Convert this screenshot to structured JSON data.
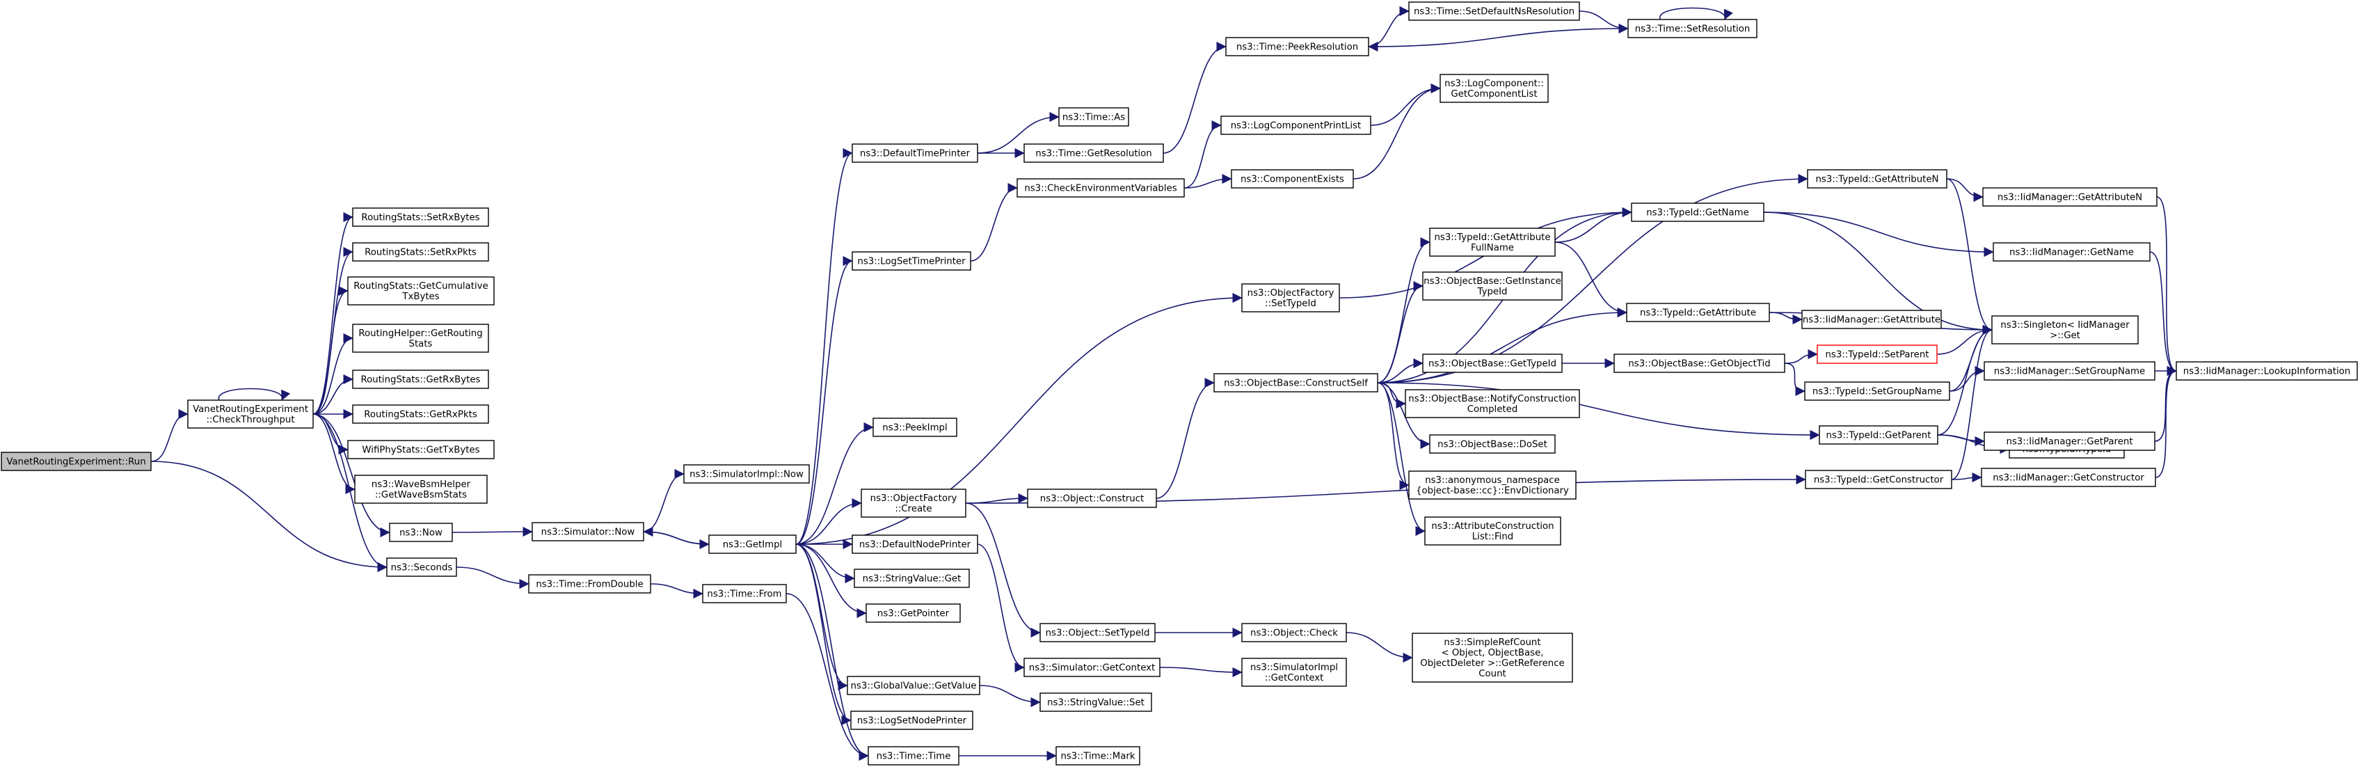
{
  "diagram": {
    "kind": "doxygen call graph",
    "colors": {
      "edge": "#191970",
      "node_border": "#000000",
      "root_fill": "#bfbfbf",
      "highlight_border": "#ff0000"
    },
    "nodes": [
      {
        "id": "run",
        "lines": [
          "VanetRoutingExperiment::Run"
        ],
        "root": true
      },
      {
        "id": "checkThroughput",
        "lines": [
          "VanetRoutingExperiment",
          "::CheckThroughput"
        ]
      },
      {
        "id": "setRxBytes",
        "lines": [
          "RoutingStats::SetRxBytes"
        ]
      },
      {
        "id": "setRxPkts",
        "lines": [
          "RoutingStats::SetRxPkts"
        ]
      },
      {
        "id": "getCumTx",
        "lines": [
          "RoutingStats::GetCumulative",
          "TxBytes"
        ]
      },
      {
        "id": "getRoutingStats",
        "lines": [
          "RoutingHelper::GetRouting",
          "Stats"
        ]
      },
      {
        "id": "getRxBytes",
        "lines": [
          "RoutingStats::GetRxBytes"
        ]
      },
      {
        "id": "getRxPkts",
        "lines": [
          "RoutingStats::GetRxPkts"
        ]
      },
      {
        "id": "getTxBytes",
        "lines": [
          "WifiPhyStats::GetTxBytes"
        ]
      },
      {
        "id": "getWaveBsm",
        "lines": [
          "ns3::WaveBsmHelper",
          "::GetWaveBsmStats"
        ]
      },
      {
        "id": "now",
        "lines": [
          "ns3::Now"
        ]
      },
      {
        "id": "seconds",
        "lines": [
          "ns3::Seconds"
        ]
      },
      {
        "id": "simNow",
        "lines": [
          "ns3::Simulator::Now"
        ]
      },
      {
        "id": "simImplNow",
        "lines": [
          "ns3::SimulatorImpl::Now"
        ]
      },
      {
        "id": "fromDouble",
        "lines": [
          "ns3::Time::FromDouble"
        ]
      },
      {
        "id": "timeFrom",
        "lines": [
          "ns3::Time::From"
        ]
      },
      {
        "id": "getImpl",
        "lines": [
          "ns3::GetImpl"
        ]
      },
      {
        "id": "defaultTimePrinter",
        "lines": [
          "ns3::DefaultTimePrinter"
        ]
      },
      {
        "id": "logSetTimePrinter",
        "lines": [
          "ns3::LogSetTimePrinter"
        ]
      },
      {
        "id": "peekImpl",
        "lines": [
          "ns3::PeekImpl"
        ]
      },
      {
        "id": "objFactoryCreate",
        "lines": [
          "ns3::ObjectFactory",
          "::Create"
        ]
      },
      {
        "id": "defaultNodePrinter",
        "lines": [
          "ns3::DefaultNodePrinter"
        ]
      },
      {
        "id": "stringValueGet",
        "lines": [
          "ns3::StringValue::Get"
        ]
      },
      {
        "id": "getPointer",
        "lines": [
          "ns3::GetPointer"
        ]
      },
      {
        "id": "globalValueGet",
        "lines": [
          "ns3::GlobalValue::GetValue"
        ]
      },
      {
        "id": "logSetNodePrinter",
        "lines": [
          "ns3::LogSetNodePrinter"
        ]
      },
      {
        "id": "timeTime",
        "lines": [
          "ns3::Time::Time"
        ]
      },
      {
        "id": "timeAs",
        "lines": [
          "ns3::Time::As"
        ]
      },
      {
        "id": "getResolution",
        "lines": [
          "ns3::Time::GetResolution"
        ]
      },
      {
        "id": "checkEnv",
        "lines": [
          "ns3::CheckEnvironmentVariables"
        ]
      },
      {
        "id": "objConstruct",
        "lines": [
          "ns3::Object::Construct"
        ]
      },
      {
        "id": "objSetTypeId",
        "lines": [
          "ns3::Object::SetTypeId"
        ]
      },
      {
        "id": "simGetContext",
        "lines": [
          "ns3::Simulator::GetContext"
        ]
      },
      {
        "id": "stringValueSet",
        "lines": [
          "ns3::StringValue::Set"
        ]
      },
      {
        "id": "timeMark",
        "lines": [
          "ns3::Time::Mark"
        ]
      },
      {
        "id": "peekResolution",
        "lines": [
          "ns3::Time::PeekResolution"
        ]
      },
      {
        "id": "logCompPrintList",
        "lines": [
          "ns3::LogComponentPrintList"
        ]
      },
      {
        "id": "compExists",
        "lines": [
          "ns3::ComponentExists"
        ]
      },
      {
        "id": "objFactorySetTypeId",
        "lines": [
          "ns3::ObjectFactory",
          "::SetTypeId"
        ]
      },
      {
        "id": "constructSelf",
        "lines": [
          "ns3::ObjectBase::ConstructSelf"
        ]
      },
      {
        "id": "objCheck",
        "lines": [
          "ns3::Object::Check"
        ]
      },
      {
        "id": "simImplGetContext",
        "lines": [
          "ns3::SimulatorImpl",
          "::GetContext"
        ]
      },
      {
        "id": "setDefaultNsRes",
        "lines": [
          "ns3::Time::SetDefaultNsResolution"
        ]
      },
      {
        "id": "setResolution",
        "lines": [
          "ns3::Time::SetResolution"
        ]
      },
      {
        "id": "getComponentList",
        "lines": [
          "ns3::LogComponent::",
          "GetComponentList"
        ]
      },
      {
        "id": "getAttrFullName",
        "lines": [
          "ns3::TypeId::GetAttribute",
          "FullName"
        ]
      },
      {
        "id": "getInstanceTypeId",
        "lines": [
          "ns3::ObjectBase::GetInstance",
          "TypeId"
        ]
      },
      {
        "id": "objBaseGetTypeId",
        "lines": [
          "ns3::ObjectBase::GetTypeId"
        ]
      },
      {
        "id": "notifyConstructionCompleted",
        "lines": [
          "ns3::ObjectBase::NotifyConstruction",
          "Completed"
        ]
      },
      {
        "id": "doSet",
        "lines": [
          "ns3::ObjectBase::DoSet"
        ]
      },
      {
        "id": "envDictionary",
        "lines": [
          "ns3::anonymous_namespace",
          "{object-base::cc}::EnvDictionary"
        ]
      },
      {
        "id": "attrConstructionFind",
        "lines": [
          "ns3::AttributeConstruction",
          "List::Find"
        ]
      },
      {
        "id": "simpleRefCount",
        "lines": [
          "ns3::SimpleRefCount",
          "< Object, ObjectBase,",
          "ObjectDeleter >::GetReference",
          "Count"
        ]
      },
      {
        "id": "typeIdGetName",
        "lines": [
          "ns3::TypeId::GetName"
        ]
      },
      {
        "id": "typeIdGetAttribute",
        "lines": [
          "ns3::TypeId::GetAttribute"
        ]
      },
      {
        "id": "getObjectTid",
        "lines": [
          "ns3::ObjectBase::GetObjectTid"
        ]
      },
      {
        "id": "typeIdGetAttributeN",
        "lines": [
          "ns3::TypeId::GetAttributeN"
        ]
      },
      {
        "id": "setParent",
        "lines": [
          "ns3::TypeId::SetParent"
        ],
        "highlight": true
      },
      {
        "id": "setGroupName",
        "lines": [
          "ns3::TypeId::SetGroupName"
        ]
      },
      {
        "id": "typeIdGetParent",
        "lines": [
          "ns3::TypeId::GetParent"
        ]
      },
      {
        "id": "typeIdGetConstructor",
        "lines": [
          "ns3::TypeId::GetConstructor"
        ]
      },
      {
        "id": "iidGetAttributeN",
        "lines": [
          "ns3::IidManager::GetAttributeN"
        ]
      },
      {
        "id": "iidGetName",
        "lines": [
          "ns3::IidManager::GetName"
        ]
      },
      {
        "id": "iidGetAttribute",
        "lines": [
          "ns3::IidManager::GetAttribute"
        ]
      },
      {
        "id": "singletonGet",
        "lines": [
          "ns3::Singleton< IidManager",
          ">::Get"
        ]
      },
      {
        "id": "iidSetGroupName",
        "lines": [
          "ns3::IidManager::SetGroupName"
        ]
      },
      {
        "id": "typeIdTypeId",
        "lines": [
          "ns3::TypeId::TypeId"
        ]
      },
      {
        "id": "iidGetParent",
        "lines": [
          "ns3::IidManager::GetParent"
        ]
      },
      {
        "id": "iidGetConstructor",
        "lines": [
          "ns3::IidManager::GetConstructor"
        ]
      },
      {
        "id": "iidLookupInformation",
        "lines": [
          "ns3::IidManager::LookupInformation"
        ]
      }
    ],
    "edges": [
      [
        "run",
        "checkThroughput"
      ],
      [
        "run",
        "seconds"
      ],
      [
        "checkThroughput",
        "checkThroughput"
      ],
      [
        "checkThroughput",
        "setRxBytes"
      ],
      [
        "checkThroughput",
        "setRxPkts"
      ],
      [
        "checkThroughput",
        "getCumTx"
      ],
      [
        "checkThroughput",
        "getRoutingStats"
      ],
      [
        "checkThroughput",
        "getRxBytes"
      ],
      [
        "checkThroughput",
        "getRxPkts"
      ],
      [
        "checkThroughput",
        "getTxBytes"
      ],
      [
        "checkThroughput",
        "getWaveBsm"
      ],
      [
        "checkThroughput",
        "now"
      ],
      [
        "checkThroughput",
        "seconds"
      ],
      [
        "now",
        "simNow"
      ],
      [
        "seconds",
        "fromDouble"
      ],
      [
        "simNow",
        "simImplNow"
      ],
      [
        "simNow",
        "getImpl"
      ],
      [
        "fromDouble",
        "timeFrom"
      ],
      [
        "timeFrom",
        "timeTime"
      ],
      [
        "getImpl",
        "defaultTimePrinter"
      ],
      [
        "getImpl",
        "logSetTimePrinter"
      ],
      [
        "getImpl",
        "peekImpl"
      ],
      [
        "getImpl",
        "objFactoryCreate"
      ],
      [
        "getImpl",
        "defaultNodePrinter"
      ],
      [
        "getImpl",
        "stringValueGet"
      ],
      [
        "getImpl",
        "getPointer"
      ],
      [
        "getImpl",
        "globalValueGet"
      ],
      [
        "getImpl",
        "logSetNodePrinter"
      ],
      [
        "getImpl",
        "timeTime"
      ],
      [
        "getImpl",
        "objFactorySetTypeId"
      ],
      [
        "getImpl",
        "simNow"
      ],
      [
        "defaultTimePrinter",
        "timeAs"
      ],
      [
        "defaultTimePrinter",
        "getResolution"
      ],
      [
        "getResolution",
        "peekResolution"
      ],
      [
        "logSetTimePrinter",
        "checkEnv"
      ],
      [
        "checkEnv",
        "logCompPrintList"
      ],
      [
        "checkEnv",
        "compExists"
      ],
      [
        "logCompPrintList",
        "getComponentList"
      ],
      [
        "compExists",
        "getComponentList"
      ],
      [
        "peekResolution",
        "setDefaultNsRes"
      ],
      [
        "setDefaultNsRes",
        "setResolution"
      ],
      [
        "setResolution",
        "setResolution"
      ],
      [
        "setResolution",
        "peekResolution"
      ],
      [
        "objFactoryCreate",
        "objConstruct"
      ],
      [
        "objFactoryCreate",
        "objSetTypeId"
      ],
      [
        "objFactoryCreate",
        "typeIdGetConstructor"
      ],
      [
        "objConstruct",
        "constructSelf"
      ],
      [
        "defaultNodePrinter",
        "simGetContext"
      ],
      [
        "globalValueGet",
        "stringValueSet"
      ],
      [
        "timeTime",
        "timeMark"
      ],
      [
        "objSetTypeId",
        "objCheck"
      ],
      [
        "objCheck",
        "simpleRefCount"
      ],
      [
        "simGetContext",
        "simImplGetContext"
      ],
      [
        "objFactorySetTypeId",
        "typeIdGetName"
      ],
      [
        "constructSelf",
        "getAttrFullName"
      ],
      [
        "constructSelf",
        "getInstanceTypeId"
      ],
      [
        "constructSelf",
        "objBaseGetTypeId"
      ],
      [
        "constructSelf",
        "notifyConstructionCompleted"
      ],
      [
        "constructSelf",
        "doSet"
      ],
      [
        "constructSelf",
        "envDictionary"
      ],
      [
        "constructSelf",
        "attrConstructionFind"
      ],
      [
        "constructSelf",
        "typeIdGetName"
      ],
      [
        "constructSelf",
        "typeIdGetAttribute"
      ],
      [
        "constructSelf",
        "typeIdGetAttributeN"
      ],
      [
        "constructSelf",
        "typeIdGetParent"
      ],
      [
        "getAttrFullName",
        "typeIdGetName"
      ],
      [
        "getAttrFullName",
        "typeIdGetAttribute"
      ],
      [
        "objBaseGetTypeId",
        "getObjectTid"
      ],
      [
        "getObjectTid",
        "setParent"
      ],
      [
        "getObjectTid",
        "setGroupName"
      ],
      [
        "typeIdGetName",
        "iidGetName"
      ],
      [
        "typeIdGetName",
        "singletonGet"
      ],
      [
        "typeIdGetAttribute",
        "iidGetAttribute"
      ],
      [
        "typeIdGetAttribute",
        "singletonGet"
      ],
      [
        "typeIdGetAttributeN",
        "iidGetAttributeN"
      ],
      [
        "typeIdGetAttributeN",
        "singletonGet"
      ],
      [
        "setParent",
        "singletonGet"
      ],
      [
        "setGroupName",
        "singletonGet"
      ],
      [
        "setGroupName",
        "iidSetGroupName"
      ],
      [
        "typeIdGetParent",
        "typeIdTypeId"
      ],
      [
        "typeIdGetParent",
        "iidGetParent"
      ],
      [
        "typeIdGetParent",
        "singletonGet"
      ],
      [
        "typeIdGetConstructor",
        "iidGetConstructor"
      ],
      [
        "typeIdGetConstructor",
        "singletonGet"
      ],
      [
        "iidGetAttributeN",
        "iidLookupInformation"
      ],
      [
        "iidGetName",
        "iidLookupInformation"
      ],
      [
        "iidSetGroupName",
        "iidLookupInformation"
      ],
      [
        "iidGetParent",
        "iidLookupInformation"
      ],
      [
        "iidGetConstructor",
        "iidLookupInformation"
      ]
    ]
  }
}
